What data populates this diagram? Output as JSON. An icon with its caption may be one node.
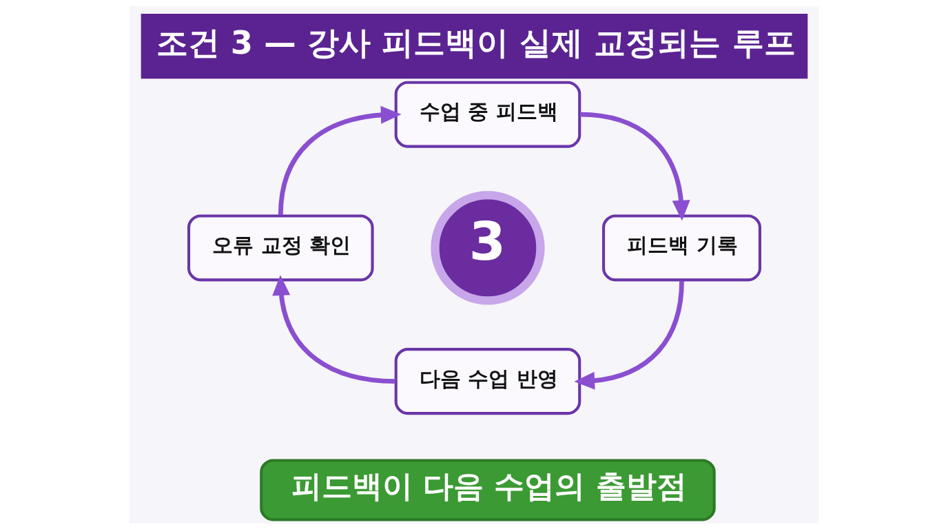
{
  "diagram": {
    "title": "조건 3 — 강사 피드백이 실제 교정되는 루프",
    "nodes": [
      {
        "text": [
          "수업 중 피드백"
        ]
      },
      {
        "text": [
          "오류 교정 확인"
        ]
      },
      {
        "text": [
          "3"
        ]
      },
      {
        "text": [
          "피드백 기록"
        ]
      },
      {
        "text": [
          "다음 수업 반영"
        ]
      },
      {
        "text": [
          "피드백이 다음 수업의 출발점"
        ]
      }
    ],
    "edges": [
      {
        "from": 0,
        "to": 3,
        "arrow": "to"
      },
      {
        "from": 3,
        "to": 4,
        "arrow": "to"
      },
      {
        "from": 4,
        "to": 1,
        "arrow": "to"
      },
      {
        "from": 1,
        "to": 0,
        "arrow": "to"
      }
    ]
  }
}
